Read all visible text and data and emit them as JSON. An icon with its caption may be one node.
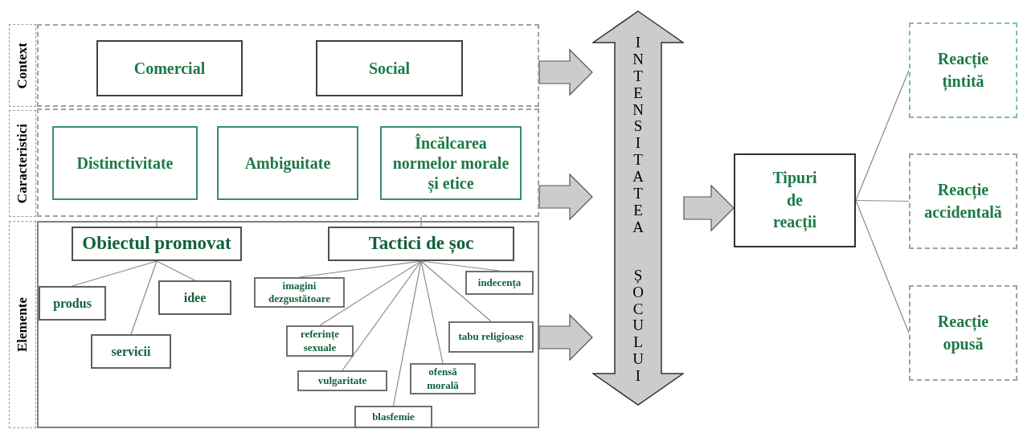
{
  "diagram": {
    "nodes": [
      {
        "text": [
          "Context"
        ]
      },
      {
        "text": [],
        "shape": "box"
      },
      {
        "text": [
          "Comercial"
        ],
        "in": 1
      },
      {
        "text": [
          "Social"
        ],
        "in": 1
      },
      {
        "text": [
          "Caracteristici"
        ]
      },
      {
        "text": [],
        "shape": "box"
      },
      {
        "text": [
          "Distinctivitate"
        ],
        "in": 5
      },
      {
        "text": [
          "Ambiguitate"
        ],
        "in": 5
      },
      {
        "text": [
          "Încălcarea normelor morale și etice"
        ],
        "in": 5
      },
      {
        "text": [
          "Elemente"
        ]
      },
      {
        "text": [],
        "shape": "box"
      },
      {
        "text": [
          "Obiectul promovat"
        ],
        "in": 10
      },
      {
        "text": [
          "produs"
        ],
        "in": 10
      },
      {
        "text": [
          "idee"
        ],
        "in": 10
      },
      {
        "text": [
          "servicii"
        ],
        "in": 10
      },
      {
        "text": [
          "Tactici de șoc"
        ],
        "in": 10
      },
      {
        "text": [
          "imagini dezgustătoare"
        ],
        "in": 10
      },
      {
        "text": [
          "indecența"
        ],
        "in": 10
      },
      {
        "text": [
          "referințe sexuale"
        ],
        "in": 10
      },
      {
        "text": [
          "tabu religioase"
        ],
        "in": 10
      },
      {
        "text": [
          "vulgaritate"
        ],
        "in": 10
      },
      {
        "text": [
          "ofensă morală"
        ],
        "in": 10
      },
      {
        "text": [
          "blasfemie"
        ],
        "in": 10
      },
      {
        "text": [
          "INTENSITATEA ȘOCULUI"
        ]
      },
      {
        "text": [
          "Tipuri de reacții"
        ]
      },
      {
        "text": [
          "Reacție țintită"
        ]
      },
      {
        "text": [
          "Reacție accidentală"
        ]
      },
      {
        "text": [
          "Reacție opusă"
        ]
      }
    ],
    "edges": [
      {
        "from": 5,
        "to": 11,
        "arrow": "none"
      },
      {
        "from": 5,
        "to": 15,
        "arrow": "none"
      },
      {
        "from": 11,
        "to": 12,
        "arrow": "none"
      },
      {
        "from": 11,
        "to": 13,
        "arrow": "none"
      },
      {
        "from": 11,
        "to": 14,
        "arrow": "none"
      },
      {
        "from": 15,
        "to": 16,
        "arrow": "none"
      },
      {
        "from": 15,
        "to": 17,
        "arrow": "none"
      },
      {
        "from": 15,
        "to": 18,
        "arrow": "none"
      },
      {
        "from": 15,
        "to": 19,
        "arrow": "none"
      },
      {
        "from": 15,
        "to": 20,
        "arrow": "none"
      },
      {
        "from": 15,
        "to": 21,
        "arrow": "none"
      },
      {
        "from": 15,
        "to": 22,
        "arrow": "none"
      },
      {
        "from": 1,
        "to": 23,
        "arrow": "to",
        "style": "thick",
        "color": "#cccccc"
      },
      {
        "from": 5,
        "to": 23,
        "arrow": "to",
        "style": "thick",
        "color": "#cccccc"
      },
      {
        "from": 10,
        "to": 23,
        "arrow": "to",
        "style": "thick",
        "color": "#cccccc"
      },
      {
        "from": 23,
        "to": 24,
        "arrow": "to",
        "style": "thick",
        "color": "#cccccc"
      },
      {
        "from": 24,
        "to": 25,
        "arrow": "none"
      },
      {
        "from": 24,
        "to": 26,
        "arrow": "none"
      },
      {
        "from": 24,
        "to": 27,
        "arrow": "none"
      }
    ]
  }
}
